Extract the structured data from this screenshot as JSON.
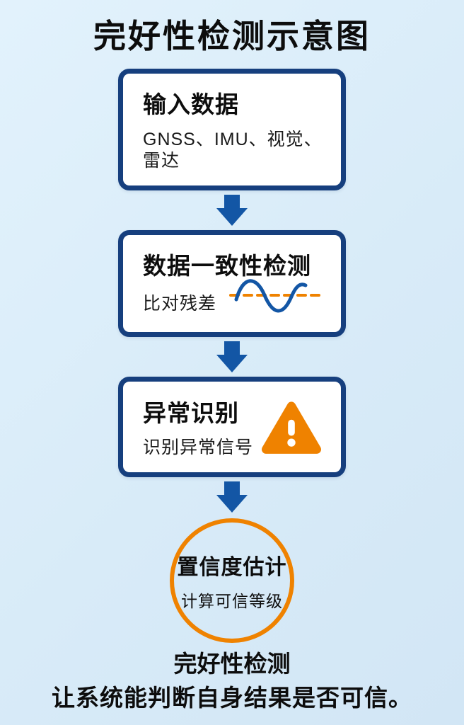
{
  "page": {
    "title": "完好性检测示意图"
  },
  "steps": [
    {
      "title": "输入数据",
      "subtitle": "GNSS、IMU、视觉、雷达",
      "icon": "none"
    },
    {
      "title": "数据一致性检测",
      "subtitle": "比对残差",
      "icon": "residual-wave-icon"
    },
    {
      "title": "异常识别",
      "subtitle": "识别异常信号",
      "icon": "warning-triangle-icon"
    }
  ],
  "confidence": {
    "title": "置信度估计",
    "subtitle": "计算可信等级"
  },
  "footer": {
    "line1": "完好性检测",
    "line2": "让系统能判断自身结果是否可信。"
  },
  "colors": {
    "background": "#d9ecf8",
    "box_fill": "#ffffff",
    "box_border": "#163f7e",
    "arrow": "#1356a5",
    "accent_orange": "#ef8200",
    "text": "#0d0d0d"
  }
}
